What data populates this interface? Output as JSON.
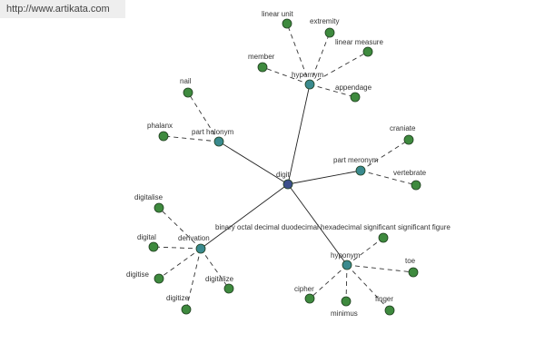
{
  "header": {
    "url": "http://www.artikata.com"
  },
  "colors": {
    "center": "#3d4f8c",
    "relation": "#3a8a8e",
    "leaf": "#3e8a3e",
    "solid_edge": "#222222",
    "dashed_edge": "#333333"
  },
  "graph": {
    "center": {
      "id": "digit",
      "label": "digit"
    },
    "relations": [
      {
        "id": "hypernym",
        "label": "hypernym",
        "leaves": [
          {
            "id": "linear-unit",
            "label": "linear unit"
          },
          {
            "id": "extremity",
            "label": "extremity"
          },
          {
            "id": "linear-measure",
            "label": "linear measure"
          },
          {
            "id": "member",
            "label": "member"
          },
          {
            "id": "appendage",
            "label": "appendage"
          }
        ]
      },
      {
        "id": "part-holonym",
        "label": "part holonym",
        "leaves": [
          {
            "id": "nail",
            "label": "nail"
          },
          {
            "id": "phalanx",
            "label": "phalanx"
          }
        ]
      },
      {
        "id": "part-meronym",
        "label": "part meronym",
        "leaves": [
          {
            "id": "craniate",
            "label": "craniate"
          },
          {
            "id": "vertebrate",
            "label": "vertebrate"
          }
        ]
      },
      {
        "id": "derivation",
        "label": "derivation",
        "leaves": [
          {
            "id": "digitalise",
            "label": "digitalise"
          },
          {
            "id": "digital",
            "label": "digital"
          },
          {
            "id": "digitise",
            "label": "digitise"
          },
          {
            "id": "digitize",
            "label": "digitize"
          },
          {
            "id": "digitalize",
            "label": "digitalize"
          }
        ]
      },
      {
        "id": "hyponym",
        "label": "hyponym",
        "leaves": [
          {
            "id": "binary-etc",
            "label": "binary octal decimal duodecimal hexadecimal significant significant figure"
          },
          {
            "id": "toe",
            "label": "toe"
          },
          {
            "id": "finger",
            "label": "finger"
          },
          {
            "id": "minimus",
            "label": "minimus"
          },
          {
            "id": "cipher",
            "label": "cipher"
          }
        ]
      }
    ]
  }
}
